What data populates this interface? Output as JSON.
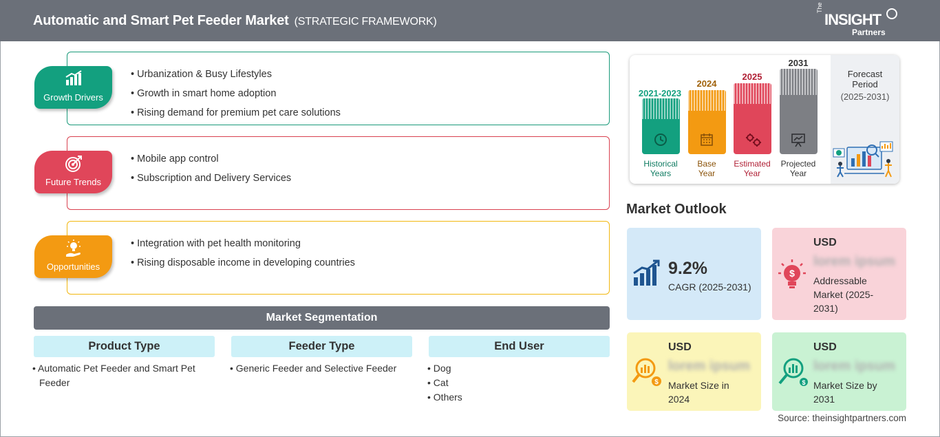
{
  "header": {
    "title": "Automatic and Smart Pet Feeder Market",
    "subtitle": "(STRATEGIC FRAMEWORK)",
    "logo": {
      "the": "The",
      "insight": "INSIGHT",
      "partners": "Partners"
    }
  },
  "framework": {
    "drivers": {
      "label": "Growth Drivers",
      "icon": "bar-chart-growth-icon",
      "color": "#13a07f",
      "items": [
        "Urbanization & Busy Lifestyles",
        "Growth in smart home adoption",
        "Rising demand for premium pet care solutions"
      ]
    },
    "trends": {
      "label": "Future Trends",
      "icon": "target-icon",
      "color": "#e0465a",
      "items": [
        "Mobile app control",
        "Subscription and Delivery Services"
      ]
    },
    "opportunities": {
      "label": "Opportunities",
      "icon": "lightbulb-hand-icon",
      "color": "#f39a12",
      "items": [
        "Integration with pet health monitoring",
        "Rising disposable income in developing countries"
      ]
    }
  },
  "segmentation": {
    "title": "Market Segmentation",
    "columns": [
      {
        "header": "Product Type",
        "items": [
          "Automatic Pet Feeder and Smart Pet Feeder"
        ]
      },
      {
        "header": "Feeder Type",
        "items": [
          "Generic Feeder and Selective Feeder"
        ]
      },
      {
        "header": "End User",
        "items": [
          "Dog",
          "Cat",
          "Others"
        ]
      }
    ]
  },
  "timeline": {
    "bars": [
      {
        "year": "2021-2023",
        "label_line1": "Historical",
        "label_line2": "Years",
        "color": "#13a07f",
        "year_color": "#13a07f",
        "icon": "history-icon"
      },
      {
        "year": "2024",
        "label_line1": "Base",
        "label_line2": "Year",
        "color": "#f39a12",
        "year_color": "#a0620a",
        "icon": "calendar-icon"
      },
      {
        "year": "2025",
        "label_line1": "Estimated",
        "label_line2": "Year",
        "color": "#e0465a",
        "year_color": "#b02035",
        "icon": "gears-icon"
      },
      {
        "year": "2031",
        "label_line1": "Projected",
        "label_line2": "Year",
        "color": "#7d7f84",
        "year_color": "#333333",
        "icon": "presentation-icon"
      }
    ],
    "forecast": {
      "title_line1": "Forecast",
      "title_line2": "Period",
      "period": "(2025-2031)"
    }
  },
  "outlook": {
    "title": "Market Outlook",
    "cagr": {
      "value": "9.2%",
      "label": "CAGR (2025-2031)",
      "icon": "growth-chart-icon"
    },
    "addressable": {
      "usd": "USD",
      "value": "lorem ipsum",
      "label": "Addressable Market (2025-2031)",
      "icon": "lightbulb-dollar-icon"
    },
    "size_2024": {
      "usd": "USD",
      "value": "lorem ipsum",
      "label": "Market Size in 2024",
      "icon": "magnifier-coins-icon"
    },
    "size_2031": {
      "usd": "USD",
      "value": "lorem ipsum",
      "label": "Market Size by 2031",
      "icon": "magnifier-chart-icon"
    }
  },
  "source": "Source: theinsightpartners.com"
}
